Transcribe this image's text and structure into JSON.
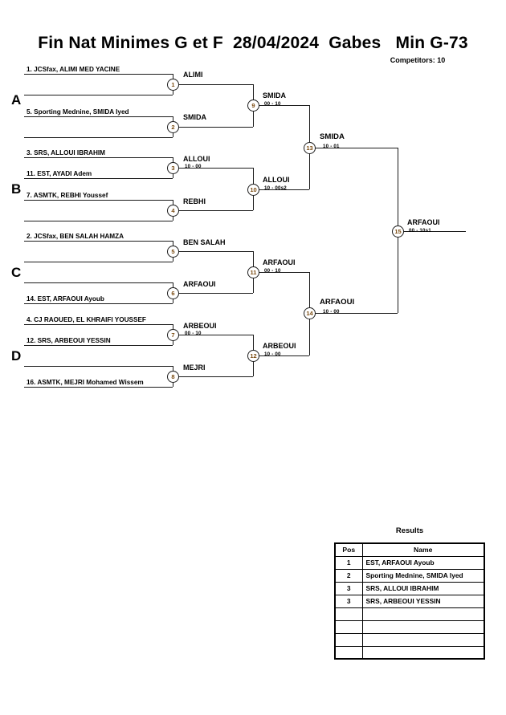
{
  "header": {
    "title": "Fin Nat Minimes G et F  28/04/2024  Gabes   Min G-73",
    "competitors": "Competitors: 10"
  },
  "groups": [
    {
      "label": "A"
    },
    {
      "label": "B"
    },
    {
      "label": "C"
    },
    {
      "label": "D"
    }
  ],
  "seeds": [
    {
      "id": "s1",
      "text": "1. JCSfax, ALIMI MED YACINE"
    },
    {
      "id": "s2",
      "text": ""
    },
    {
      "id": "s3",
      "text": "5. Sporting Mednine, SMIDA Iyed"
    },
    {
      "id": "s4",
      "text": ""
    },
    {
      "id": "s5",
      "text": "3. SRS, ALLOUI IBRAHIM"
    },
    {
      "id": "s6",
      "text": "11. EST, AYADI Adem"
    },
    {
      "id": "s7",
      "text": "7. ASMTK, REBHI Youssef"
    },
    {
      "id": "s8",
      "text": ""
    },
    {
      "id": "s9",
      "text": "2. JCSfax, BEN SALAH HAMZA"
    },
    {
      "id": "s10",
      "text": ""
    },
    {
      "id": "s11",
      "text": ""
    },
    {
      "id": "s12",
      "text": "14. EST, ARFAOUI Ayoub"
    },
    {
      "id": "s13",
      "text": "4. CJ RAOUED, EL KHRAIFI YOUSSEF"
    },
    {
      "id": "s14",
      "text": "12. SRS, ARBEOUI YESSIN"
    },
    {
      "id": "s15",
      "text": ""
    },
    {
      "id": "s16",
      "text": "16. ASMTK, MEJRI Mohamed Wissem"
    }
  ],
  "matches": [
    {
      "num": "1",
      "winner": "ALIMI",
      "score": ""
    },
    {
      "num": "2",
      "winner": "SMIDA",
      "score": ""
    },
    {
      "num": "3",
      "winner": "ALLOUI",
      "score": "10 - 00"
    },
    {
      "num": "4",
      "winner": "REBHI",
      "score": ""
    },
    {
      "num": "5",
      "winner": "BEN SALAH",
      "score": ""
    },
    {
      "num": "6",
      "winner": "ARFAOUI",
      "score": ""
    },
    {
      "num": "7",
      "winner": "ARBEOUI",
      "score": "00 - 10"
    },
    {
      "num": "8",
      "winner": "MEJRI",
      "score": ""
    },
    {
      "num": "9",
      "winner": "SMIDA",
      "score": "00 - 10"
    },
    {
      "num": "10",
      "winner": "ALLOUI",
      "score": "10 - 00s2"
    },
    {
      "num": "11",
      "winner": "ARFAOUI",
      "score": "00 - 10"
    },
    {
      "num": "12",
      "winner": "ARBEOUI",
      "score": "10 - 00"
    },
    {
      "num": "13",
      "winner": "SMIDA",
      "score": "10 - 01"
    },
    {
      "num": "14",
      "winner": "ARFAOUI",
      "score": "10 - 00"
    },
    {
      "num": "15",
      "winner": "ARFAOUI",
      "score": "00 - 10s1"
    }
  ],
  "results": {
    "title": "Results",
    "columns": [
      "Pos",
      "Name"
    ],
    "rows": [
      {
        "pos": "1",
        "name": "EST, ARFAOUI Ayoub"
      },
      {
        "pos": "2",
        "name": "Sporting Mednine, SMIDA Iyed"
      },
      {
        "pos": "3",
        "name": "SRS, ALLOUI IBRAHIM"
      },
      {
        "pos": "3",
        "name": "SRS, ARBEOUI YESSIN"
      },
      {
        "pos": "",
        "name": ""
      },
      {
        "pos": "",
        "name": ""
      },
      {
        "pos": "",
        "name": ""
      },
      {
        "pos": "",
        "name": ""
      }
    ]
  }
}
